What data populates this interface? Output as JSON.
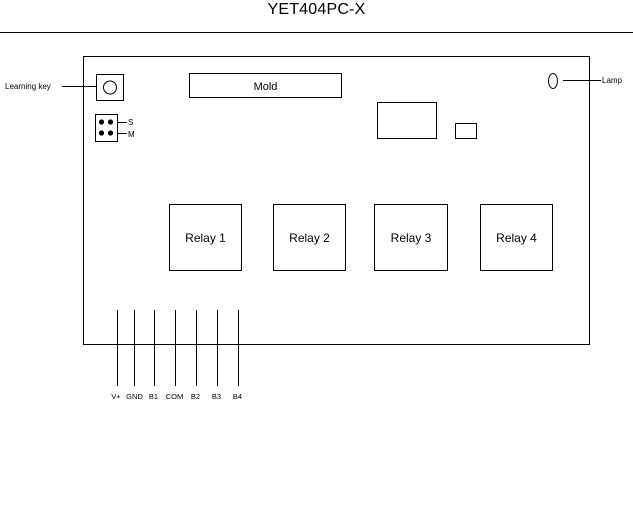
{
  "title": "YET404PC-X",
  "labels": {
    "learning_key": "Learning key",
    "mold": "Mold",
    "lamp": "Lamp",
    "jumper_s": "S",
    "jumper_m": "M"
  },
  "relays": [
    "Relay 1",
    "Relay 2",
    "Relay 3",
    "Relay 4"
  ],
  "terminals": [
    "V+",
    "GND",
    "B1",
    "COM",
    "B2",
    "B3",
    "B4"
  ]
}
